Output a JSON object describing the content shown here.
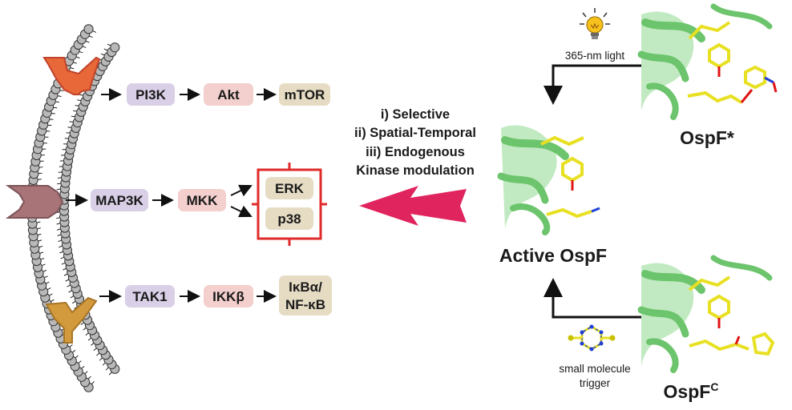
{
  "colors": {
    "pathway1": "#d9cfe6",
    "pathway2": "#f3cfcd",
    "pathway3": "#e6dcc4",
    "receptor_top": "#e8683a",
    "receptor_mid": "#a87478",
    "receptor_bottom": "#d29a3c",
    "inhibit_box": "#e02a2a",
    "big_arrow": "#e0245e",
    "protein_green": "#6cc46c",
    "ligand_yellow": "#e8e022",
    "nitrogen_blue": "#1f3fd6",
    "oxygen_red": "#e01515"
  },
  "pathways": {
    "row1": {
      "a": "PI3K",
      "b": "Akt",
      "c": "mTOR"
    },
    "row2": {
      "a": "MAP3K",
      "b": "MKK",
      "c1": "ERK",
      "c2": "p38"
    },
    "row3": {
      "a": "TAK1",
      "b": "IKKβ",
      "c_line1": "IκBα/",
      "c_line2": "NF-κB"
    }
  },
  "center_text": {
    "line1": "i) Selective",
    "line2": "ii) Spatial-Temporal",
    "line3": "iii) Endogenous",
    "line4": "Kinase modulation"
  },
  "labels": {
    "light": "365-nm light",
    "active": "Active OspF",
    "ospf_star": "OspF*",
    "ospf_c_base": "OspF",
    "ospf_c_sup": "C",
    "trigger_line1": "small molecule",
    "trigger_line2": "trigger"
  },
  "icons": {
    "bulb": "lightbulb-icon",
    "molecule": "small-molecule-icon"
  }
}
